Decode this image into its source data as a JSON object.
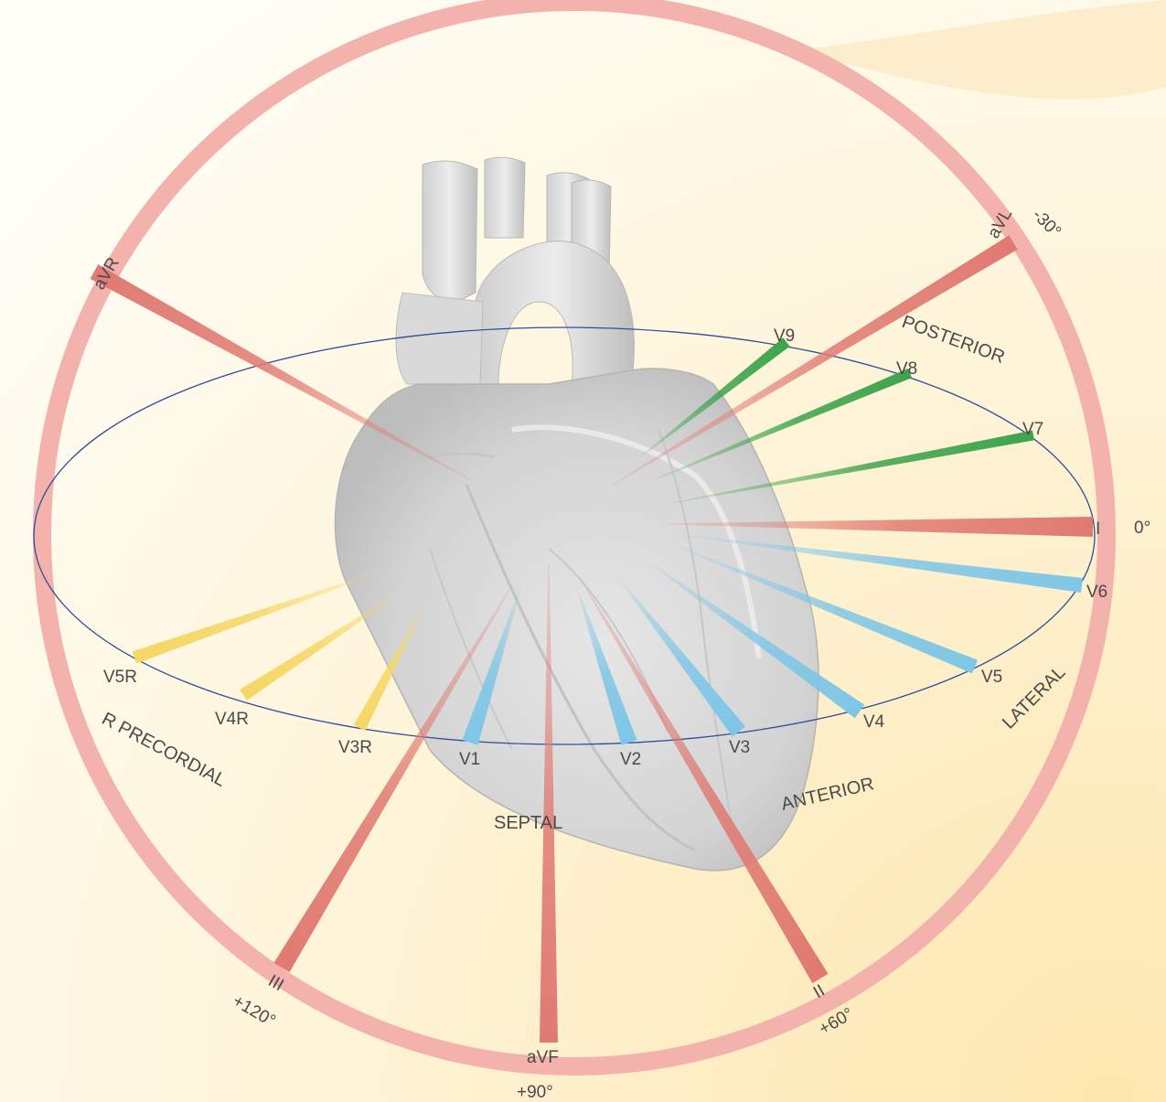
{
  "colors": {
    "limb": "#e07a72",
    "ring": "#f4b2ad",
    "precordial": "#7fc6e6",
    "posterior": "#3ea44c",
    "right": "#f5d765",
    "ellipse": "#2d4d9c",
    "background_warm": "#fde7b0"
  },
  "limb_leads": [
    {
      "id": "I",
      "label": "I",
      "angle": 0
    },
    {
      "id": "II",
      "label": "II",
      "angle": 60
    },
    {
      "id": "III",
      "label": "III",
      "angle": 120
    },
    {
      "id": "aVR",
      "label": "aVR",
      "angle": -150
    },
    {
      "id": "aVL",
      "label": "aVL",
      "angle": -30
    },
    {
      "id": "aVF",
      "label": "aVF",
      "angle": 90
    }
  ],
  "angle_labels": [
    {
      "id": "0",
      "text": "0°"
    },
    {
      "id": "m30",
      "text": "-30°"
    },
    {
      "id": "p60",
      "text": "+60°"
    },
    {
      "id": "p90",
      "text": "+90°"
    },
    {
      "id": "p120",
      "text": "+120°"
    }
  ],
  "chest_leads": [
    {
      "id": "V1",
      "label": "V1",
      "group": "precordial"
    },
    {
      "id": "V2",
      "label": "V2",
      "group": "precordial"
    },
    {
      "id": "V3",
      "label": "V3",
      "group": "precordial"
    },
    {
      "id": "V4",
      "label": "V4",
      "group": "precordial"
    },
    {
      "id": "V5",
      "label": "V5",
      "group": "precordial"
    },
    {
      "id": "V6",
      "label": "V6",
      "group": "precordial"
    },
    {
      "id": "V7",
      "label": "V7",
      "group": "posterior"
    },
    {
      "id": "V8",
      "label": "V8",
      "group": "posterior"
    },
    {
      "id": "V9",
      "label": "V9",
      "group": "posterior"
    },
    {
      "id": "V3R",
      "label": "V3R",
      "group": "right"
    },
    {
      "id": "V4R",
      "label": "V4R",
      "group": "right"
    },
    {
      "id": "V5R",
      "label": "V5R",
      "group": "right"
    }
  ],
  "group_labels": {
    "posterior": "POSTERIOR",
    "lateral": "LATERAL",
    "anterior": "ANTERIOR",
    "septal": "SEPTAL",
    "r_precordial": "R PRECORDIAL"
  }
}
